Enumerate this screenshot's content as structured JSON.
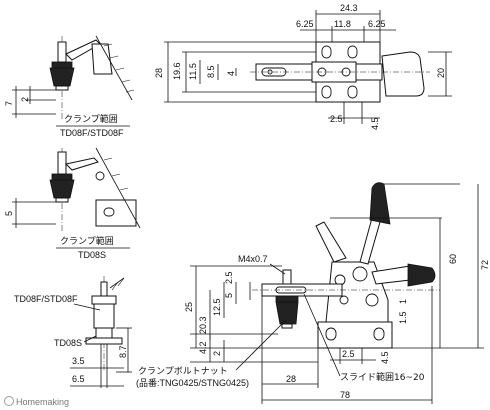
{
  "top_view": {
    "dims_top": [
      "24.3",
      "6.25",
      "11.8",
      "6.25"
    ],
    "dims_left": [
      "28",
      "19.6",
      "11.5",
      "8.5",
      "4"
    ],
    "dim_right": "20",
    "dims_bottom": [
      "2.5",
      "4.5"
    ]
  },
  "detail_1": {
    "dims": [
      "7",
      "2"
    ],
    "caption": "クランプ範囲",
    "models": "TD08F/STD08F"
  },
  "detail_2": {
    "dims": [
      "5"
    ],
    "caption": "クランプ範囲",
    "models": "TD08S"
  },
  "front_view": {
    "thread_label": "M4x0.7",
    "dims_left": [
      "25",
      "2.5",
      "5",
      "12.5",
      "20.3",
      "4.2",
      "2",
      "4.2"
    ],
    "dims_right": [
      "60",
      "72"
    ],
    "dims_mid": [
      "2.5",
      "4.5",
      "1.5",
      "1"
    ],
    "dims_bottom": [
      "28",
      "78"
    ],
    "nut_label": "クランプボルトナット",
    "nut_part": "(品番:TNG0425/STNG0425)",
    "slide_label": "スライド範囲16~20"
  },
  "end_view": {
    "model_upper": "TD08F/STD08F",
    "model_lower": "TD08S",
    "dims_bottom": [
      "3.5",
      "6.5"
    ],
    "dim_side": "8.7"
  },
  "brand": "Homemaking"
}
